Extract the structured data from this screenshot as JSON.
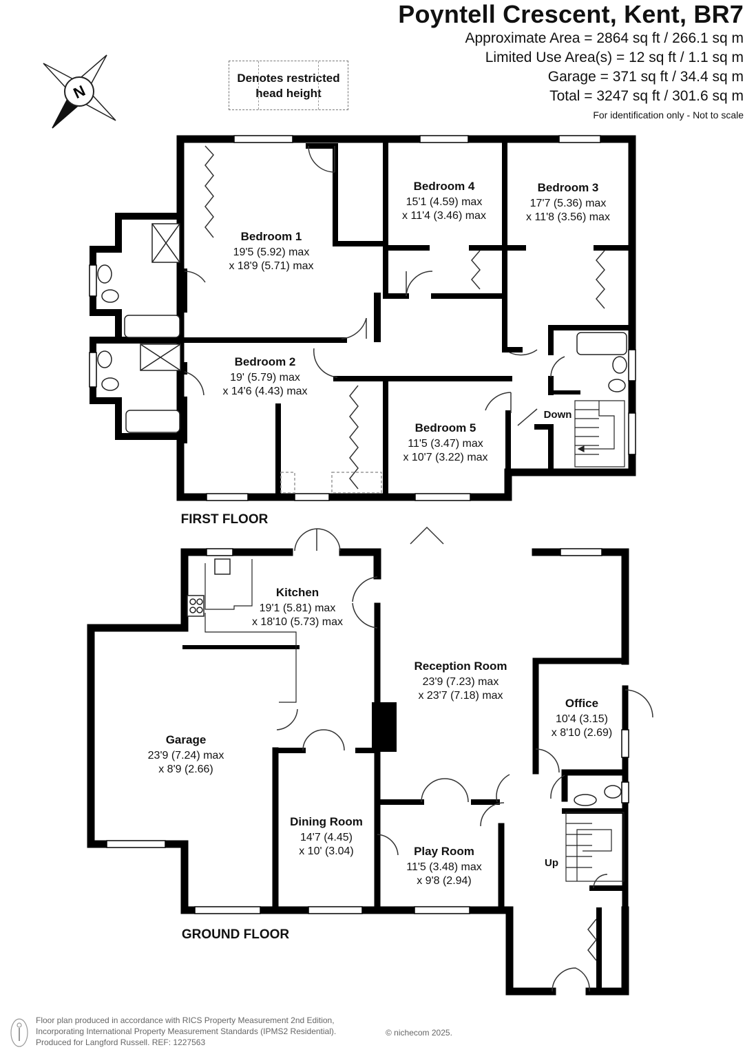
{
  "header": {
    "title": "Poyntell Crescent, Kent, BR7",
    "areas": [
      "Approximate Area = 2864 sq ft / 266.1 sq m",
      "Limited Use Area(s) = 12 sq ft / 1.1 sq m",
      "Garage = 371 sq ft / 34.4 sq m",
      "Total = 3247 sq ft / 301.6 sq m"
    ],
    "note": "For identification only - Not to scale"
  },
  "compass": {
    "label": "N"
  },
  "legend": {
    "restricted_line1": "Denotes restricted",
    "restricted_line2": "head height"
  },
  "first_floor": {
    "label": "FIRST FLOOR",
    "rooms": [
      {
        "name": "Bedroom 1",
        "dim1": "19'5 (5.92) max",
        "dim2": "x 18'9 (5.71) max"
      },
      {
        "name": "Bedroom 4",
        "dim1": "15'1 (4.59) max",
        "dim2": "x 11'4 (3.46) max"
      },
      {
        "name": "Bedroom 3",
        "dim1": "17'7 (5.36) max",
        "dim2": "x 11'8 (3.56) max"
      },
      {
        "name": "Bedroom 2",
        "dim1": "19' (5.79) max",
        "dim2": "x 14'6 (4.43) max"
      },
      {
        "name": "Bedroom 5",
        "dim1": "11'5 (3.47) max",
        "dim2": "x 10'7 (3.22) max"
      }
    ],
    "stairs_label": "Down"
  },
  "ground_floor": {
    "label": "GROUND FLOOR",
    "rooms": [
      {
        "name": "Kitchen",
        "dim1": "19'1 (5.81) max",
        "dim2": "x 18'10 (5.73) max"
      },
      {
        "name": "Reception Room",
        "dim1": "23'9 (7.23) max",
        "dim2": "x 23'7 (7.18) max"
      },
      {
        "name": "Office",
        "dim1": "10'4 (3.15)",
        "dim2": "x 8'10 (2.69)"
      },
      {
        "name": "Garage",
        "dim1": "23'9 (7.24) max",
        "dim2": "x 8'9 (2.66)"
      },
      {
        "name": "Dining Room",
        "dim1": "14'7 (4.45)",
        "dim2": "x 10' (3.04)"
      },
      {
        "name": "Play Room",
        "dim1": "11'5 (3.48) max",
        "dim2": "x 9'8 (2.94)"
      }
    ],
    "stairs_label": "Up"
  },
  "footer": {
    "line1": "Floor plan produced in accordance with RICS Property Measurement 2nd Edition,",
    "line2": "Incorporating International Property Measurement Standards (IPMS2 Residential).",
    "line3": "Produced for Langford Russell.   REF: 1227563",
    "copyright": "© nichecom 2025."
  }
}
